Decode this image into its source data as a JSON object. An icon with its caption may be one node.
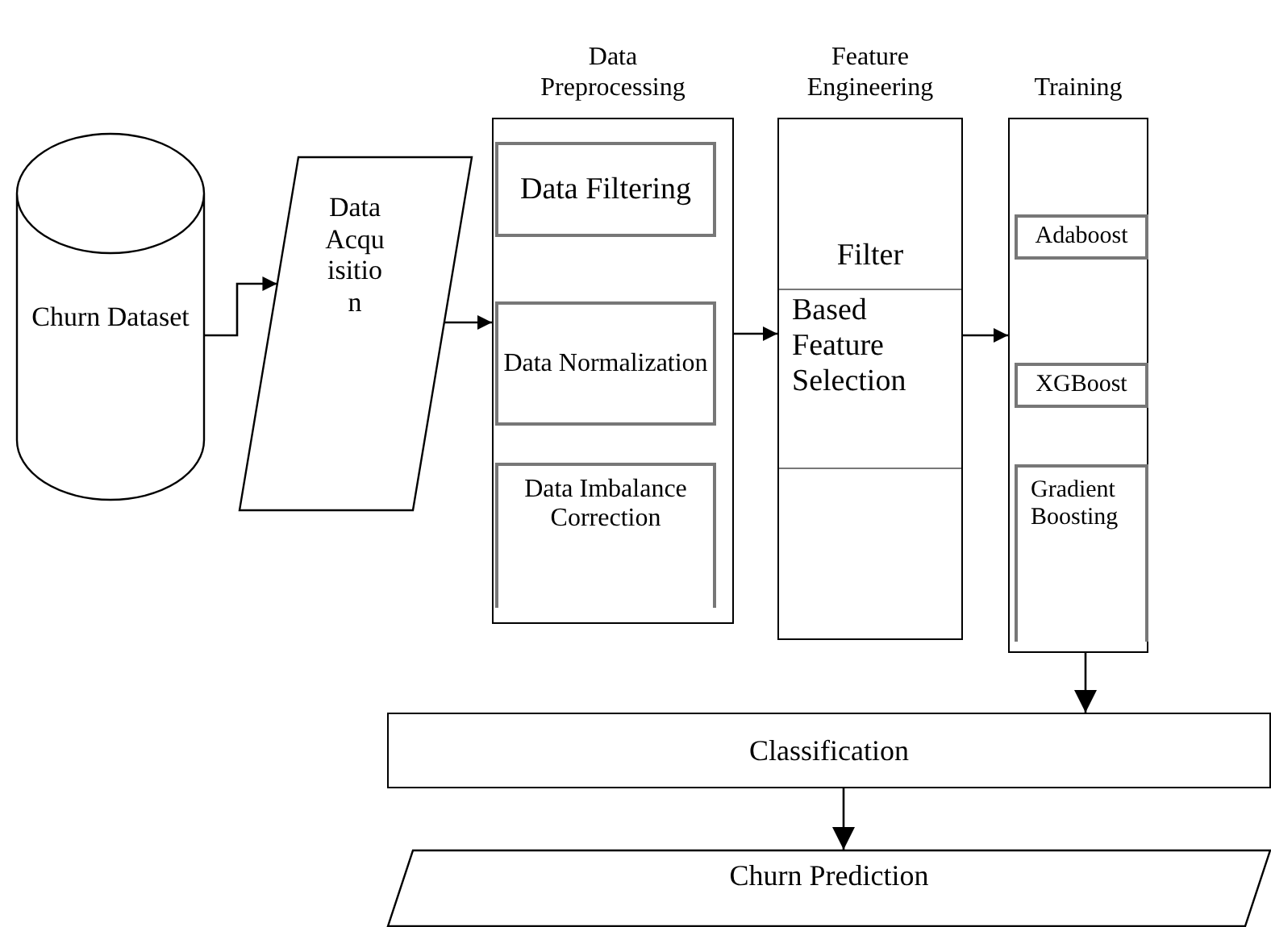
{
  "diagram": {
    "nodes": [
      {
        "text": [
          "Churn Dataset"
        ]
      },
      {
        "text": [
          "Data Acquisition"
        ]
      },
      {
        "text": [
          "Data Preprocessing"
        ]
      },
      {
        "text": [
          "Data Filtering"
        ],
        "in": 2
      },
      {
        "text": [
          "Data Normalization"
        ],
        "in": 2
      },
      {
        "text": [
          "Data Imbalance Correction"
        ],
        "in": 2
      },
      {
        "text": [
          "Feature Engineering",
          "Filter",
          "Based Feature Selection"
        ]
      },
      {
        "text": [
          "Training"
        ]
      },
      {
        "text": [
          "Adaboost"
        ],
        "in": 7
      },
      {
        "text": [
          "XGBoost"
        ],
        "in": 7
      },
      {
        "text": [
          "Gradient Boosting"
        ],
        "in": 7
      },
      {
        "text": [
          "Classification"
        ]
      },
      {
        "text": [
          "Churn Prediction"
        ]
      }
    ],
    "edges": [
      {
        "from": 0,
        "to": 1,
        "arrow": "to"
      },
      {
        "from": 1,
        "to": 2,
        "arrow": "to"
      },
      {
        "from": 2,
        "to": 6,
        "arrow": "to"
      },
      {
        "from": 6,
        "to": 7,
        "arrow": "to"
      },
      {
        "from": 7,
        "to": 11,
        "arrow": "to"
      },
      {
        "from": 11,
        "to": 12,
        "arrow": "to"
      }
    ]
  }
}
